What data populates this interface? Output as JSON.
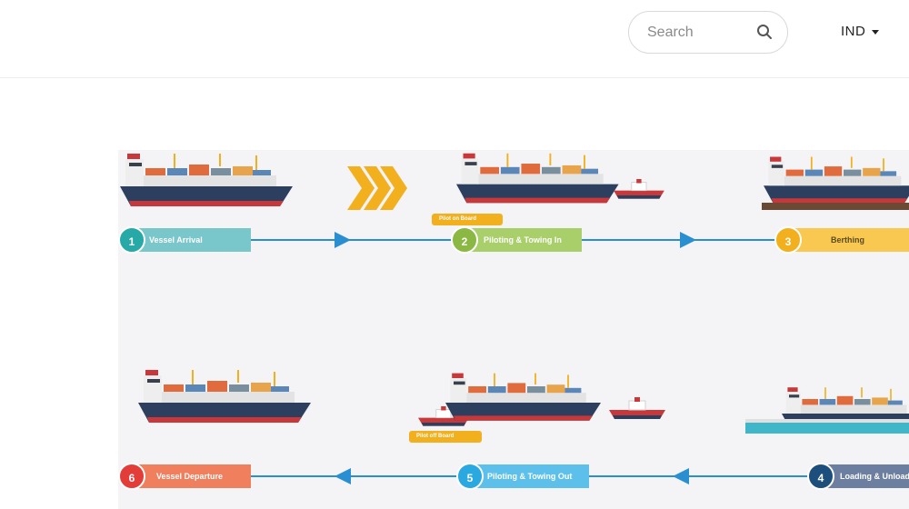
{
  "header": {
    "search_placeholder": "Search",
    "language": "IND"
  },
  "steps": [
    {
      "number": "1",
      "label": "Vessel Arrival",
      "color": "#26a9a7",
      "label_color": "#79c6cb"
    },
    {
      "number": "2",
      "label": "Piloting & Towing In",
      "color": "#8ab842",
      "label_color": "#a9cf6b"
    },
    {
      "number": "3",
      "label": "Berthing",
      "color": "#f2b01e",
      "label_color": "#f9c850"
    },
    {
      "number": "4",
      "label": "Loading & Unloading",
      "color": "#1d4f7c",
      "label_color": "#6d7fa0"
    },
    {
      "number": "5",
      "label": "Piloting & Towing Out",
      "color": "#2aa8e0",
      "label_color": "#5cc0ea"
    },
    {
      "number": "6",
      "label": "Vessel Departure",
      "color": "#e33d3a",
      "label_color": "#f07f5d"
    }
  ],
  "tags": {
    "pilot_on": "Pilot on Board",
    "pilot_off": "Pilot off Board"
  },
  "colors": {
    "flow_line": "#2a8fd0",
    "hull": "#2c3f5e",
    "hull_bottom": "#c8383a",
    "chevron": "#f2b01e"
  }
}
